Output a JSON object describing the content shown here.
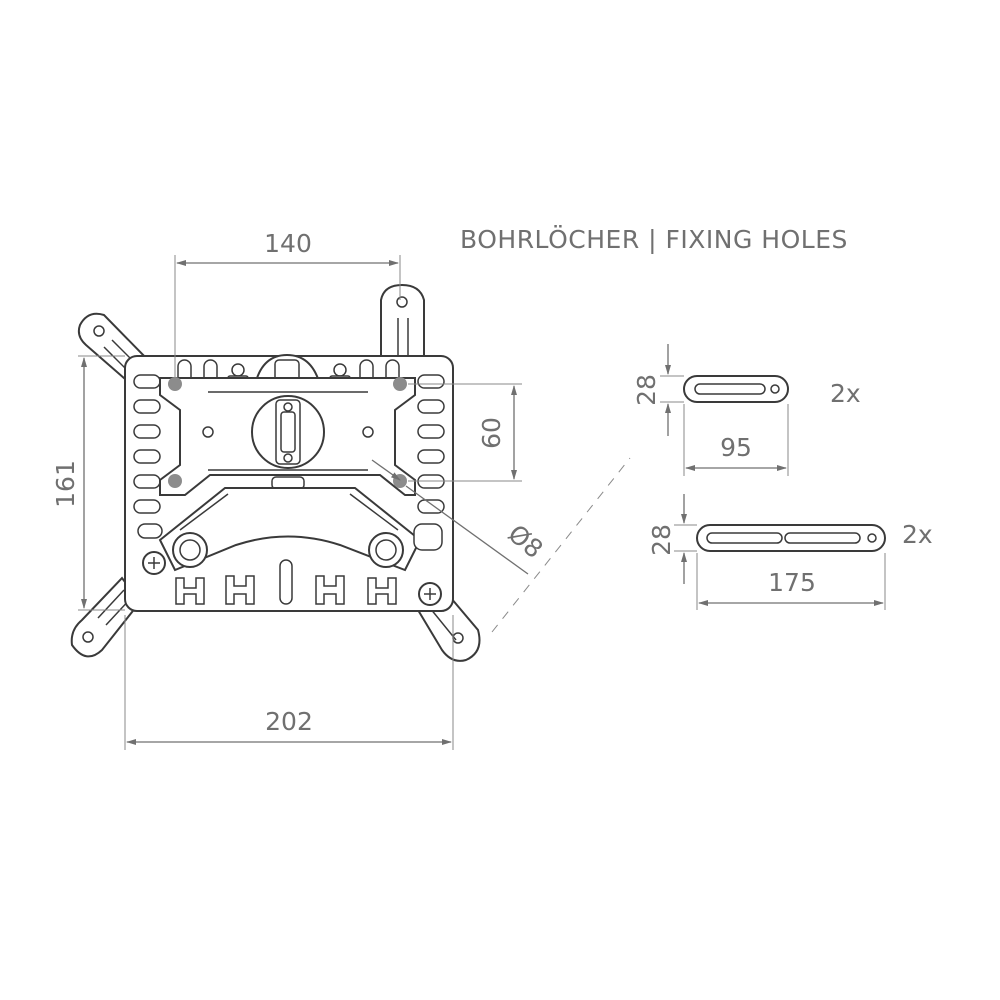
{
  "title": "BOHRLÖCHER | FIXING HOLES",
  "dimensions": {
    "top_width": "140",
    "bottom_width": "202",
    "left_height": "161",
    "hole_spacing_vertical": "60",
    "hole_diameter": "Ø8"
  },
  "slot_arm_short": {
    "height": "28",
    "length": "95",
    "quantity": "2x"
  },
  "slot_arm_long": {
    "height": "28",
    "length": "175",
    "quantity": "2x"
  },
  "colors": {
    "line": "#3a3a3a",
    "dimension": "#707070",
    "hole_marker": "#8c8c8c",
    "background": "#ffffff"
  }
}
